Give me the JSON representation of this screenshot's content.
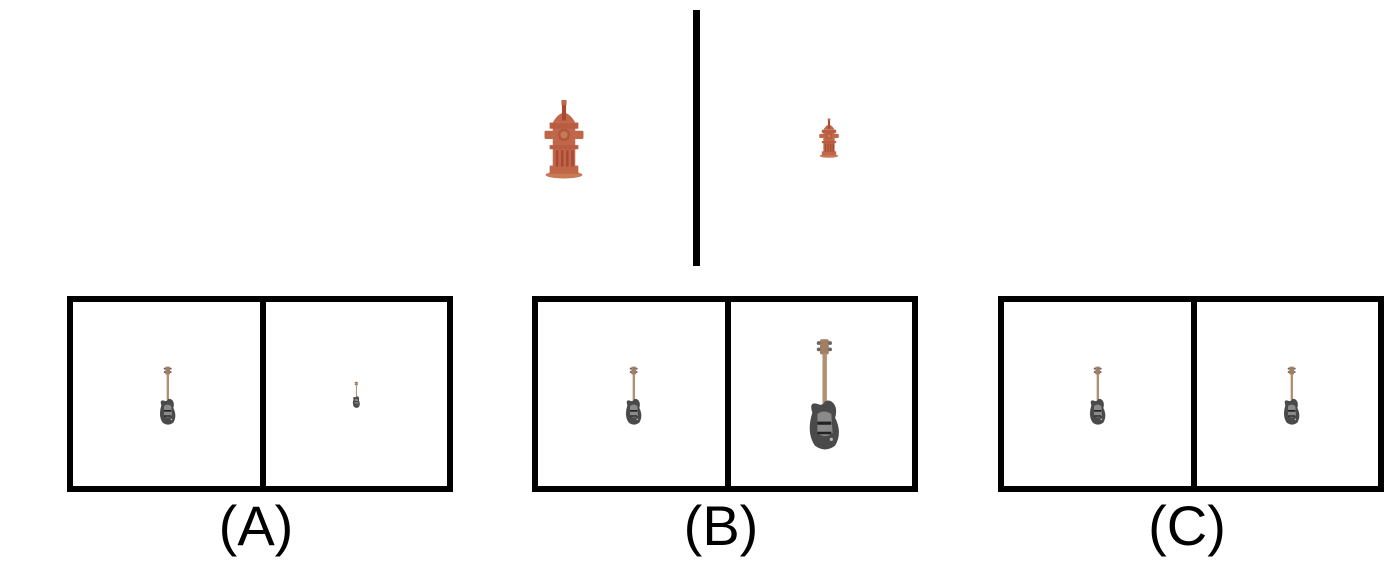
{
  "reference": {
    "left_object": "fire-hydrant-large-icon",
    "right_object": "fire-hydrant-small-icon"
  },
  "options": [
    {
      "label": "(A)",
      "left_object": "bass-guitar-icon",
      "right_object": "bass-guitar-tiny-icon"
    },
    {
      "label": "(B)",
      "left_object": "bass-guitar-icon",
      "right_object": "bass-guitar-large-icon"
    },
    {
      "label": "(C)",
      "left_object": "bass-guitar-icon",
      "right_object": "bass-guitar-icon"
    }
  ],
  "colors": {
    "hydrant_body": "#c0674a",
    "hydrant_stripe": "#a84a33",
    "guitar_body": "#4a4a4a",
    "guitar_pickguard": "#8a8a8a",
    "guitar_neck": "#b09070"
  }
}
